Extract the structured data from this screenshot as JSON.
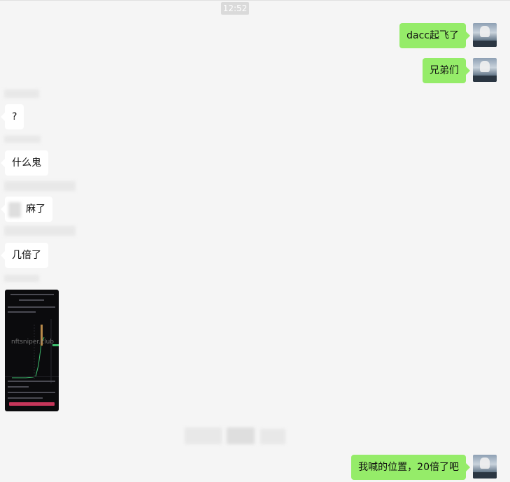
{
  "timestamp": "12:52",
  "messages": [
    {
      "dir": "out",
      "text": "dacc起飞了"
    },
    {
      "dir": "out",
      "text": "兄弟们"
    },
    {
      "dir": "in",
      "text": "?"
    },
    {
      "dir": "in",
      "text": "什么鬼"
    },
    {
      "dir": "in",
      "text": "麻了"
    },
    {
      "dir": "in",
      "text": "几倍了"
    },
    {
      "dir": "in",
      "type": "image",
      "watermark": "nftsniper.club"
    },
    {
      "dir": "out",
      "text": "我喊的位置，20倍了吧"
    }
  ],
  "colors": {
    "outgoing": "#95ec69",
    "incoming": "#ffffff",
    "background": "#f5f5f5",
    "accent": "#c6365a"
  }
}
